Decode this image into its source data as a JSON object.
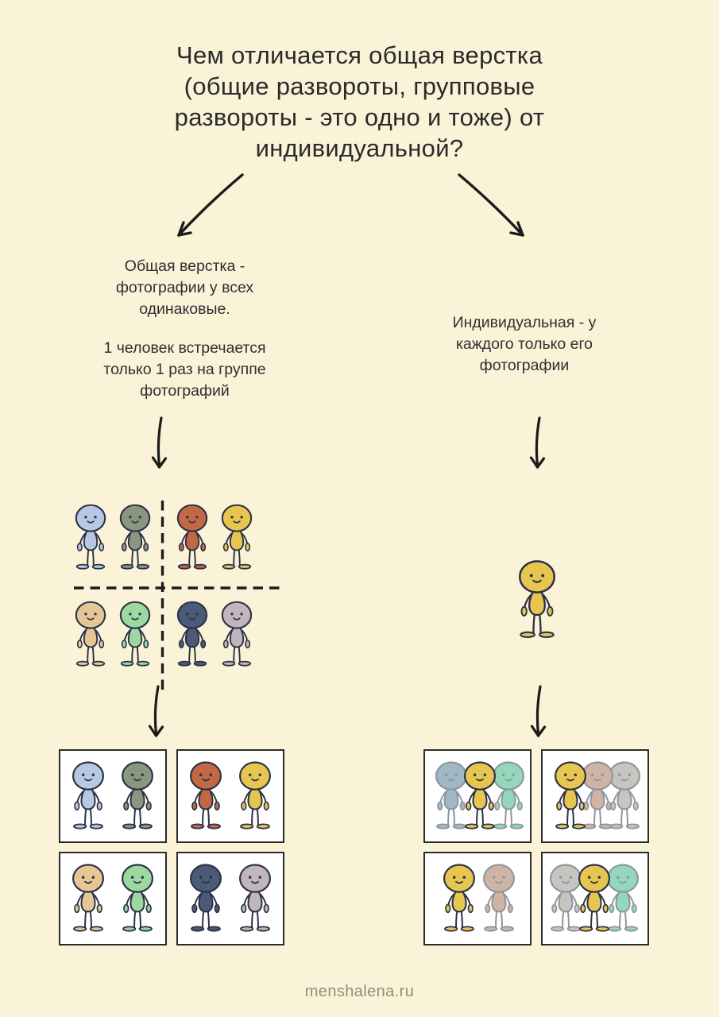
{
  "title": "Чем отличается общая верстка\n(общие развороты, групповые\nразвороты - это одно и тоже) от\nиндивидуальной?",
  "left_branch": {
    "description": "Общая верстка -\nфотографии у всех\nодинаковые.",
    "note": "1 человек встречается\nтолько 1 раз на группе\nфотографий"
  },
  "right_branch": {
    "description": "Индивидуальная - у\nкаждого только его\nфотографии"
  },
  "footer": "menshalena.ru",
  "icons": {
    "branch_arrow": "curved-down-arrow",
    "flow_arrow": "down-arrow",
    "divider": "dashed-line"
  },
  "colors": {
    "page_background": "#faf3d8",
    "card_background": "#ffffff",
    "card_border": "#2b2b2b",
    "arrow": "#1b1b1b",
    "text": "#2a2a2a",
    "footer_text": "#8f8f7d",
    "outline_dark": "#2b3046",
    "outline_faded": "#8e959c",
    "blue": "#b7c9e2",
    "olive": "#8b9681",
    "orange": "#c26844",
    "yellow": "#e7c64f",
    "tan": "#e7c693",
    "green": "#9cd89f",
    "slate": "#4a5a77",
    "mauve": "#c0b6bb",
    "muted_blue": "#9fb8c6",
    "muted_teal": "#93d8bd",
    "muted_pink": "#cfb4a4",
    "muted_gray": "#c6c5c0"
  },
  "figures": {
    "group_grid": [
      [
        "blue",
        "olive"
      ],
      [
        "orange",
        "yellow"
      ],
      [
        "tan",
        "green"
      ],
      [
        "slate",
        "mauve"
      ]
    ],
    "individual": "yellow",
    "left_cards": [
      [
        "blue",
        "olive"
      ],
      [
        "orange",
        "yellow"
      ],
      [
        "tan",
        "green"
      ],
      [
        "slate",
        "mauve"
      ]
    ],
    "right_cards": [
      [
        {
          "color": "muted_blue",
          "faded": true,
          "x": 6
        },
        {
          "color": "muted_teal",
          "faded": true,
          "x": 78
        },
        {
          "color": "yellow",
          "faded": false,
          "x": 42
        }
      ],
      [
        {
          "color": "muted_gray",
          "faded": true,
          "x": 76
        },
        {
          "color": "muted_pink",
          "faded": true,
          "x": 42
        },
        {
          "color": "yellow",
          "faded": false,
          "x": 8
        }
      ],
      [
        {
          "color": "muted_pink",
          "faded": true,
          "x": 66
        },
        {
          "color": "yellow",
          "faded": false,
          "x": 16
        }
      ],
      [
        {
          "color": "muted_gray",
          "faded": true,
          "x": 2
        },
        {
          "color": "muted_teal",
          "faded": true,
          "x": 74
        },
        {
          "color": "yellow",
          "faded": false,
          "x": 38
        }
      ]
    ]
  }
}
